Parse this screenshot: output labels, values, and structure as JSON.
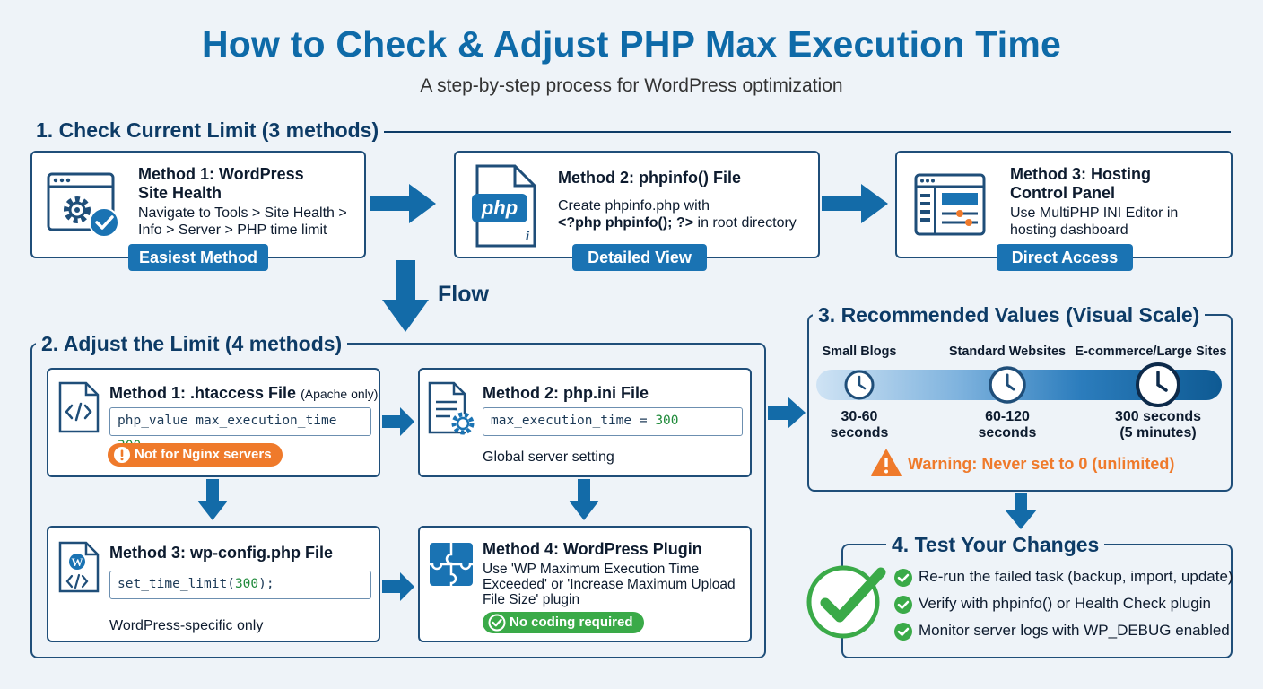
{
  "header": {
    "title": "How to Check & Adjust PHP Max Execution Time",
    "subtitle": "A step-by-step process for WordPress optimization"
  },
  "check": {
    "heading": "1. Check Current Limit (3 methods)",
    "methods": [
      {
        "title": "Method 1: WordPress Site Health",
        "desc": "Navigate to Tools > Site Health > Info > Server > PHP time limit",
        "badge": "Easiest Method"
      },
      {
        "title": "Method 2: phpinfo() File",
        "desc_line1": "Create phpinfo.php with",
        "desc_code": "<?php phpinfo(); ?>",
        "desc_line2": " in root directory",
        "badge": "Detailed View",
        "icon_text": "php"
      },
      {
        "title": "Method 3: Hosting Control Panel",
        "desc": "Use MultiPHP INI Editor in hosting dashboard",
        "badge": "Direct Access"
      }
    ]
  },
  "flow_label": "Flow",
  "adjust": {
    "heading": "2. Adjust the Limit (4 methods)",
    "m1": {
      "title": "Method 1: .htaccess File",
      "title_note": "(Apache only)",
      "code_key": "php_value max_execution_time ",
      "code_num": "300",
      "warning": "Not for Nginx servers"
    },
    "m2": {
      "title": "Method 2: php.ini File",
      "code_key": "max_execution_time = ",
      "code_num": "300",
      "note": "Global server setting"
    },
    "m3": {
      "title": "Method 3: wp-config.php File",
      "code_pre": "set_time_limit(",
      "code_num": "300",
      "code_post": ");",
      "note": "WordPress-specific only"
    },
    "m4": {
      "title": "Method 4: WordPress Plugin",
      "desc": "Use 'WP Maximum Execution Time Exceeded' or 'Increase Maximum Upload File Size' plugin",
      "badge": "No coding required"
    }
  },
  "recommended": {
    "heading": "3. Recommended Values (Visual Scale)",
    "tiers": [
      {
        "label": "Small Blogs",
        "value_line1": "30-60",
        "value_line2": "seconds"
      },
      {
        "label": "Standard Websites",
        "value_line1": "60-120",
        "value_line2": "seconds"
      },
      {
        "label": "E-commerce/Large Sites",
        "value_line1": "300 seconds",
        "value_line2": "(5 minutes)"
      }
    ],
    "warning": "Warning: Never set to 0 (unlimited)",
    "colors": {
      "bar_start": "#cfe3f4",
      "bar_end": "#0e5a93",
      "warning": "#ef7a2b"
    }
  },
  "test": {
    "heading": "4. Test Your Changes",
    "items": [
      "Re-run the failed task (backup, import, update)",
      "Verify with phpinfo() or Health Check plugin",
      "Monitor server logs with WP_DEBUG enabled"
    ],
    "colors": {
      "check": "#3aaa48"
    }
  },
  "colors": {
    "primary": "#0e6aa8",
    "navy": "#1f4e79",
    "arrow": "#136ba8"
  },
  "icons": [
    "gear-check-browser-icon",
    "php-file-icon",
    "control-panel-icon",
    "code-file-icon",
    "gear-document-icon",
    "wordpress-file-icon",
    "puzzle-icon",
    "clock-icon",
    "warning-icon",
    "check-circle-icon"
  ]
}
